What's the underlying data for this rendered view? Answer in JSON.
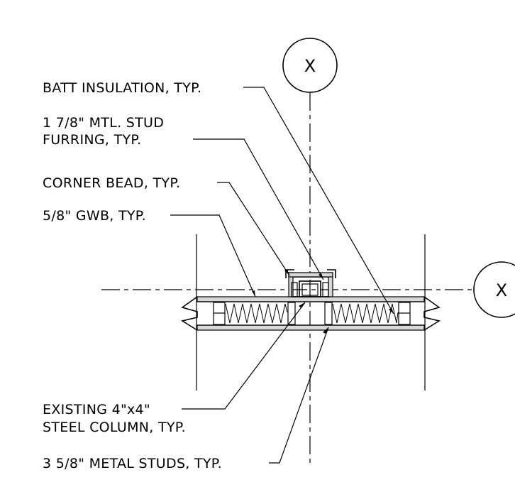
{
  "grid_bubbles": {
    "vertical": "X",
    "horizontal": "X"
  },
  "notes": {
    "batt_insulation": "BATT INSULATION, TYP.",
    "mtl_stud_line1": "1 7/8\" MTL. STUD",
    "mtl_stud_line2": "FURRING, TYP.",
    "corner_bead": "CORNER BEAD, TYP.",
    "gwb": "5/8\" GWB, TYP.",
    "column_line1": "EXISTING 4\"x4\"",
    "column_line2": "STEEL COLUMN, TYP.",
    "metal_studs": "3 5/8\" METAL STUDS, TYP."
  }
}
